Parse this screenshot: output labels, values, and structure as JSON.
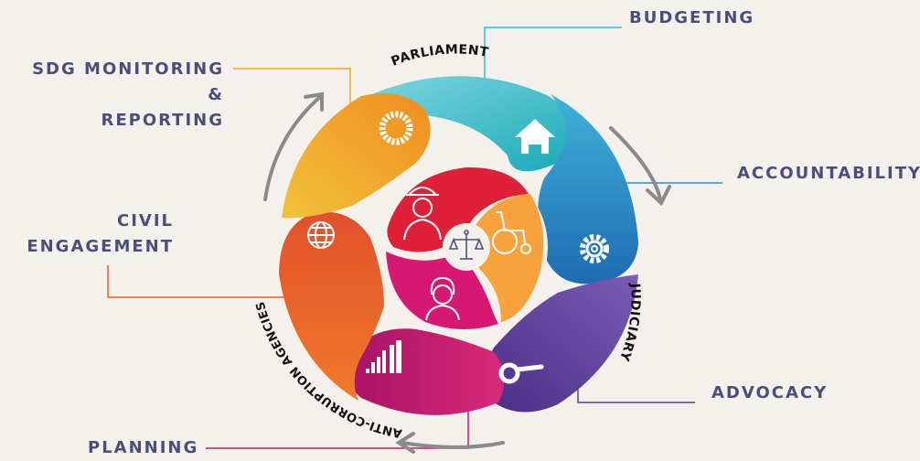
{
  "labels": {
    "budgeting": "BUDGETING",
    "accountability": "ACCOUNTABILITY",
    "advocacy": "ADVOCACY",
    "planning": "PLANNING",
    "civil_line1": "CIVIL",
    "civil_line2": "ENGAGEMENT",
    "sdg_line1": "SDG MONITORING &",
    "sdg_line2": "REPORTING"
  },
  "arcs": {
    "parliament": "PARLIAMENT",
    "judiciary": "JUDICIARY",
    "anti_corruption": "ANTI-CORRUPTION AGENCIES"
  },
  "colors": {
    "budgeting": "#39bfd1",
    "accountability": "#2f8ec6",
    "advocacy": "#5a3f97",
    "planning": "#c21e6f",
    "civil": "#ea5b2a",
    "sdg": "#f1a724",
    "inner_red": "#de2139",
    "inner_orange": "#f7a23c",
    "inner_pink": "#d61873",
    "label": "#4a4f7a",
    "background": "#f4f1ed"
  },
  "icons": [
    "house-icon",
    "gear-icon",
    "magnifier-icon",
    "bar-chart-icon",
    "globe-icon",
    "sdg-wheel-icon",
    "person-icon",
    "wheelchair-icon",
    "woman-icon",
    "scales-icon"
  ]
}
